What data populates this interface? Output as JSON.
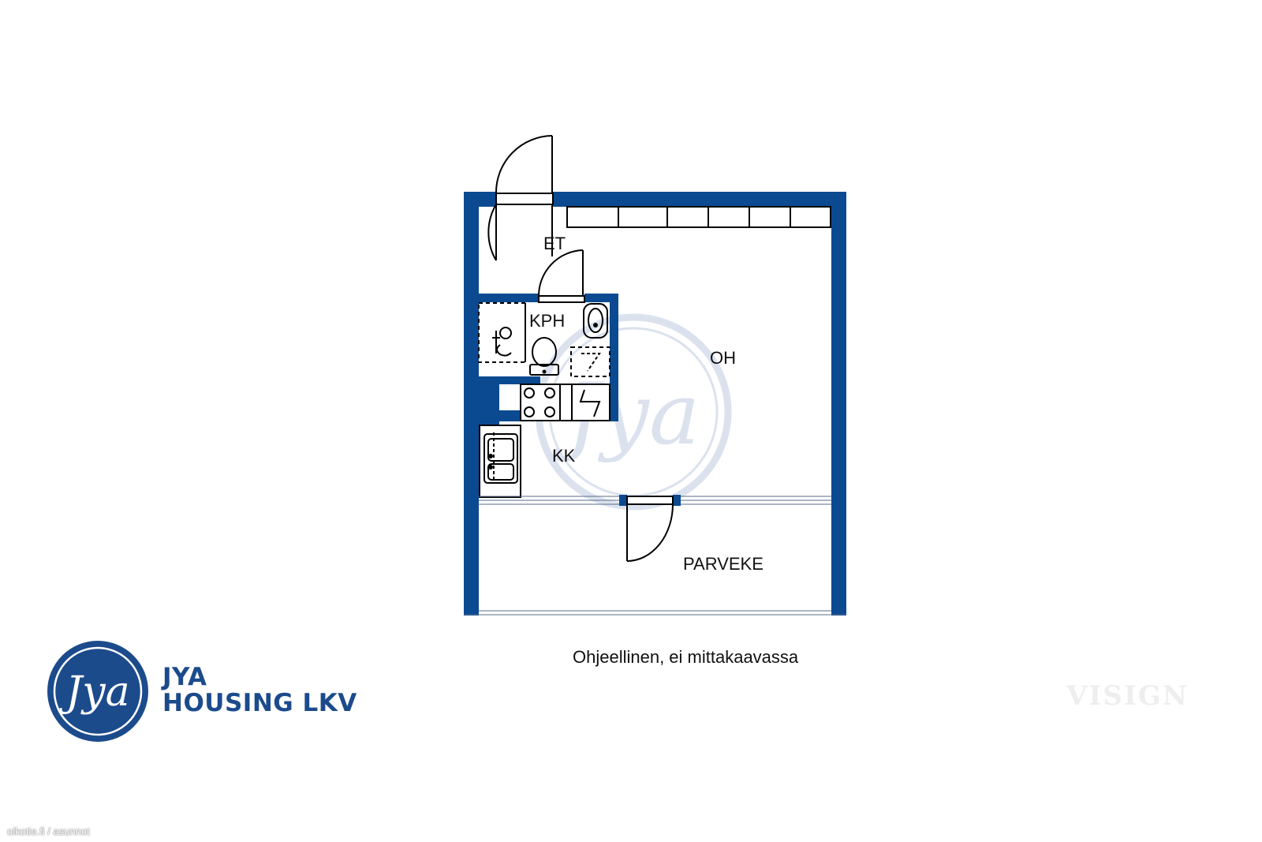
{
  "floor_plan": {
    "rooms": [
      {
        "id": "entry",
        "label": "ET"
      },
      {
        "id": "bathroom",
        "label": "KPH"
      },
      {
        "id": "living-room",
        "label": "OH"
      },
      {
        "id": "kitchen",
        "label": "KK"
      },
      {
        "id": "balcony",
        "label": "PARVEKE"
      }
    ],
    "note": "Ohjeellinen, ei mittakaavassa",
    "watermark_text": "Jya"
  },
  "branding": {
    "logo_text": "Jya",
    "name_line_1": "JYA",
    "name_line_2": "HOUSING LKV",
    "partner_watermark": "VISIGN",
    "source_credit": "oikotie.fi / asunnot"
  },
  "colors": {
    "wall": "#0b4a91",
    "brand": "#1c4b8c",
    "watermark": "#d5deec",
    "partner_watermark": "#eeeeee"
  }
}
